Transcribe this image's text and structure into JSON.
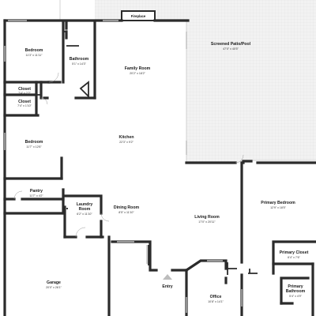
{
  "colors": {
    "wall": "#2b2b2b",
    "patio_fill": "#eeeeee",
    "background": "#ffffff",
    "label": "#1a1a1a"
  },
  "rooms": {
    "screened_patio": {
      "name": "Screened Patio/Pool",
      "dim": "47'0\" x 40'5\""
    },
    "fireplace": {
      "name": "Fireplace"
    },
    "bedroom1": {
      "name": "Bedroom",
      "dim": "11'3\" x 11'11\""
    },
    "bathroom": {
      "name": "Bathroom",
      "dim": "5'1\" x 14'3\""
    },
    "family_room": {
      "name": "Family Room",
      "dim": "20'2\" x 18'2\""
    },
    "closet1": {
      "name": "Closet",
      "dim": "7'4\" x 2'2\""
    },
    "closet2": {
      "name": "Closet",
      "dim": "7'4\" x 1'10\""
    },
    "bedroom2": {
      "name": "Bedroom",
      "dim": "11'7\" x 12'6\""
    },
    "kitchen": {
      "name": "Kitchen",
      "dim": "22'3\" x 9'2\""
    },
    "pantry": {
      "name": "Pantry",
      "dim": "11'7\" x 4'2\""
    },
    "laundry": {
      "name": "Laundry Room",
      "name_line1": "Laundry",
      "name_line2": "Room",
      "dim": "6'2\" x 11'10\""
    },
    "dining": {
      "name": "Dining Room",
      "dim": "8'5\" x 11'10\""
    },
    "living": {
      "name": "Living Room",
      "dim": "17'0\" x 20'11\""
    },
    "primary_bedroom": {
      "name": "Primary Bedroom",
      "dim": "12'9\" x 18'5\""
    },
    "primary_closet": {
      "name": "Primary Closet",
      "dim": "6'4\" x 7'6\""
    },
    "primary_bathroom": {
      "name": "Primary Bathroom",
      "name_line1": "Primary",
      "name_line2": "Bathroom",
      "dim": "5'4\" x 4'9\""
    },
    "garage": {
      "name": "Garage",
      "dim": "20'0\" x 26'1\""
    },
    "entry": {
      "name": "Entry"
    },
    "office": {
      "name": "Office",
      "dim": "10'8\" x 14'1\""
    }
  }
}
